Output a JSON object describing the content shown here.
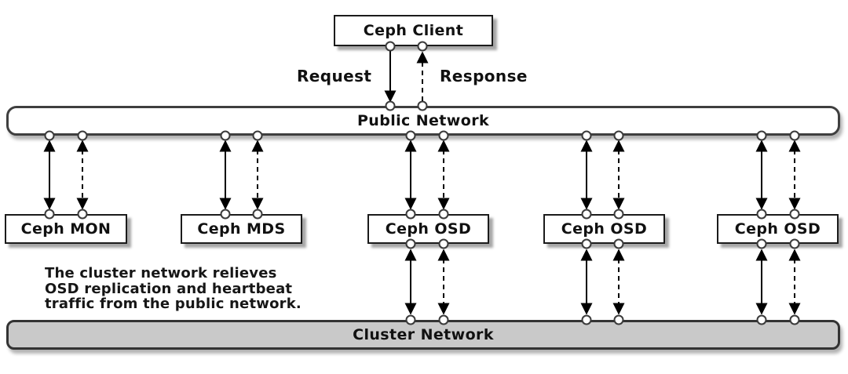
{
  "colors": {
    "background": "#ffffff",
    "node_fill": "#ffffff",
    "node_border": "#1b1b1b",
    "network_border": "#3f3f3f",
    "cluster_fill": "#c9c9c9",
    "arrow": "#000000",
    "text": "#111111"
  },
  "client": {
    "label": "Ceph Client"
  },
  "flows": {
    "request_label": "Request",
    "response_label": "Response"
  },
  "public_network": {
    "label": "Public Network"
  },
  "cluster_network": {
    "label": "Cluster Network"
  },
  "daemons": [
    {
      "label": "Ceph MON"
    },
    {
      "label": "Ceph MDS"
    },
    {
      "label": "Ceph OSD"
    },
    {
      "label": "Ceph OSD"
    },
    {
      "label": "Ceph OSD"
    }
  ],
  "annotation": "The cluster network relieves\nOSD replication and heartbeat\ntraffic from the public network."
}
